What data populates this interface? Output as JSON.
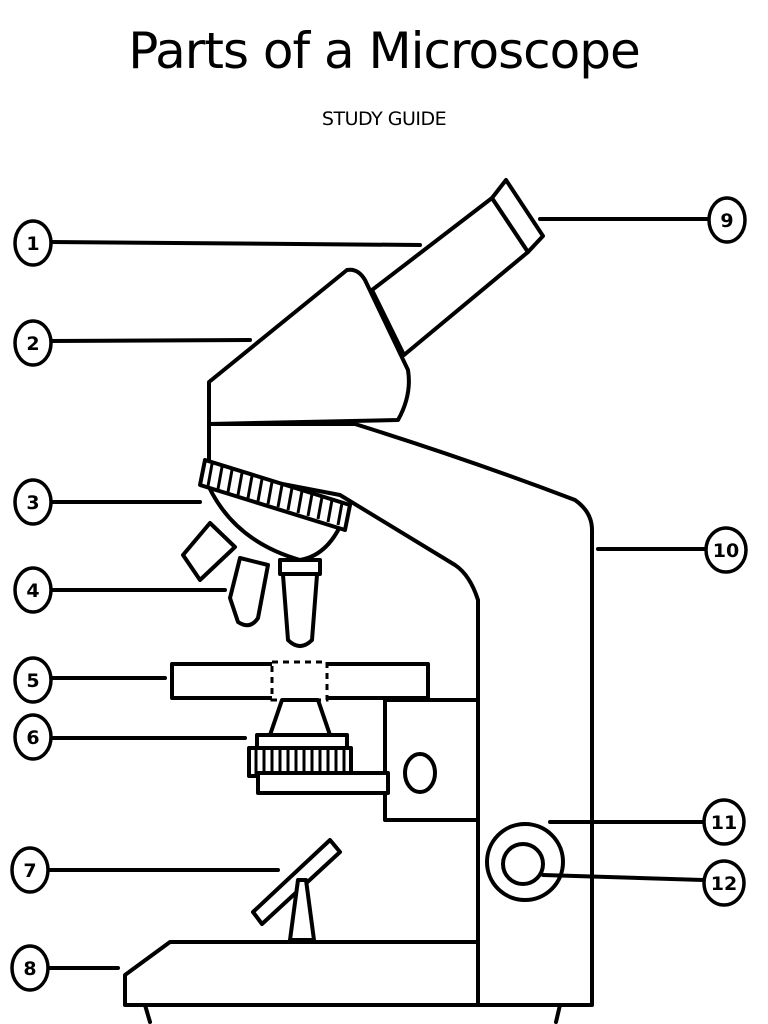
{
  "header": {
    "title": "Parts of a  Microscope",
    "subtitle": "STUDY GUIDE"
  },
  "labels": [
    {
      "id": 1,
      "text": "1"
    },
    {
      "id": 2,
      "text": "2"
    },
    {
      "id": 3,
      "text": "3"
    },
    {
      "id": 4,
      "text": "4"
    },
    {
      "id": 5,
      "text": "5"
    },
    {
      "id": 6,
      "text": "6"
    },
    {
      "id": 7,
      "text": "7"
    },
    {
      "id": 8,
      "text": "8"
    },
    {
      "id": 9,
      "text": "9"
    },
    {
      "id": 10,
      "text": "10"
    },
    {
      "id": 11,
      "text": "11"
    },
    {
      "id": 12,
      "text": "12"
    }
  ],
  "colors": {
    "ink": "#000000",
    "paper": "#ffffff"
  }
}
